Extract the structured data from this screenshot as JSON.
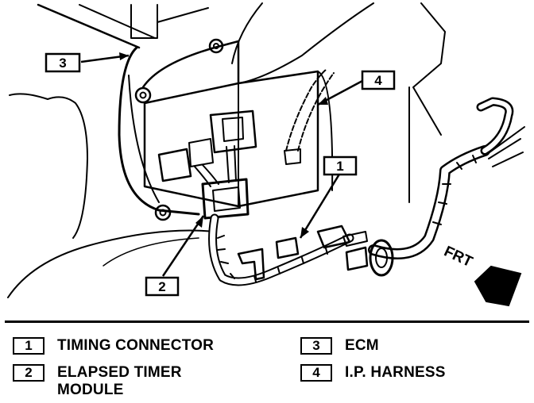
{
  "diagram": {
    "callouts": [
      {
        "num": "1"
      },
      {
        "num": "2"
      },
      {
        "num": "3"
      },
      {
        "num": "4"
      }
    ],
    "front_label": "FRT"
  },
  "legend": {
    "items": [
      {
        "num": "1",
        "lines": [
          "TIMING CONNECTOR"
        ]
      },
      {
        "num": "2",
        "lines": [
          "ELAPSED TIMER",
          "MODULE"
        ]
      },
      {
        "num": "3",
        "lines": [
          "ECM"
        ]
      },
      {
        "num": "4",
        "lines": [
          "I.P. HARNESS"
        ]
      }
    ]
  },
  "colors": {
    "ink": "#000000",
    "paper": "#ffffff"
  }
}
